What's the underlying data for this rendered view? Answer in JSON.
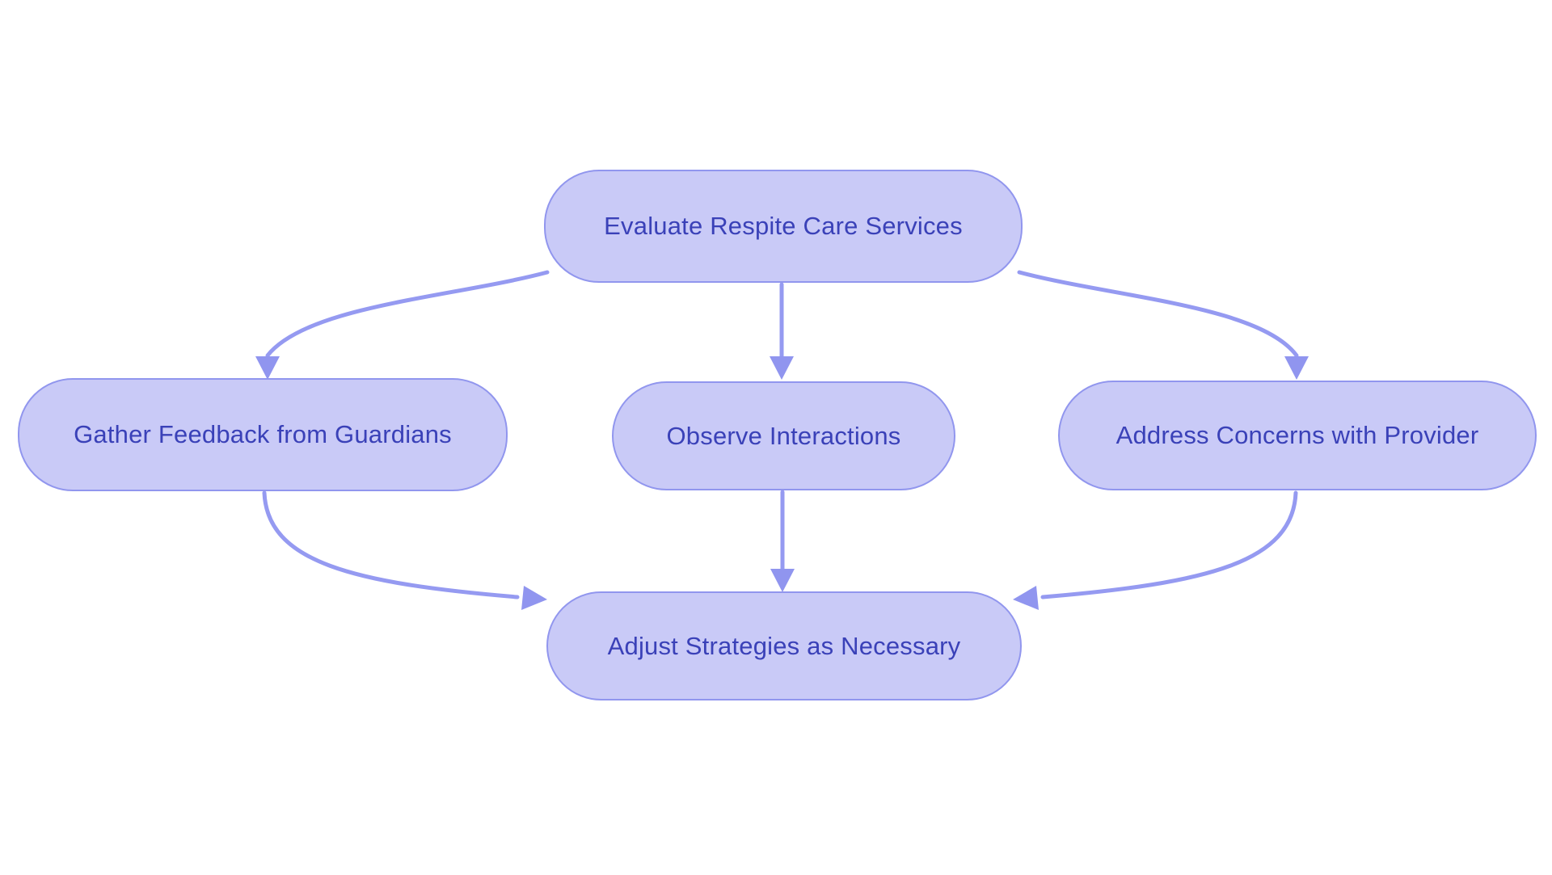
{
  "diagram": {
    "type": "flowchart",
    "direction": "top-down",
    "background_color": "#ffffff",
    "colors": {
      "node_fill": "#c9caf7",
      "node_border": "#9196ee",
      "node_text": "#3a41b8",
      "edge": "#959af1",
      "arrowhead": "#9095ef"
    },
    "nodes": [
      {
        "id": "evaluate",
        "label": "Evaluate Respite Care Services"
      },
      {
        "id": "gather",
        "label": "Gather Feedback from Guardians"
      },
      {
        "id": "observe",
        "label": "Observe Interactions"
      },
      {
        "id": "address",
        "label": "Address Concerns with Provider"
      },
      {
        "id": "adjust",
        "label": "Adjust Strategies as Necessary"
      }
    ],
    "edges": [
      {
        "from": "evaluate",
        "to": "gather"
      },
      {
        "from": "evaluate",
        "to": "observe"
      },
      {
        "from": "evaluate",
        "to": "address"
      },
      {
        "from": "gather",
        "to": "adjust"
      },
      {
        "from": "observe",
        "to": "adjust"
      },
      {
        "from": "address",
        "to": "adjust"
      }
    ]
  }
}
